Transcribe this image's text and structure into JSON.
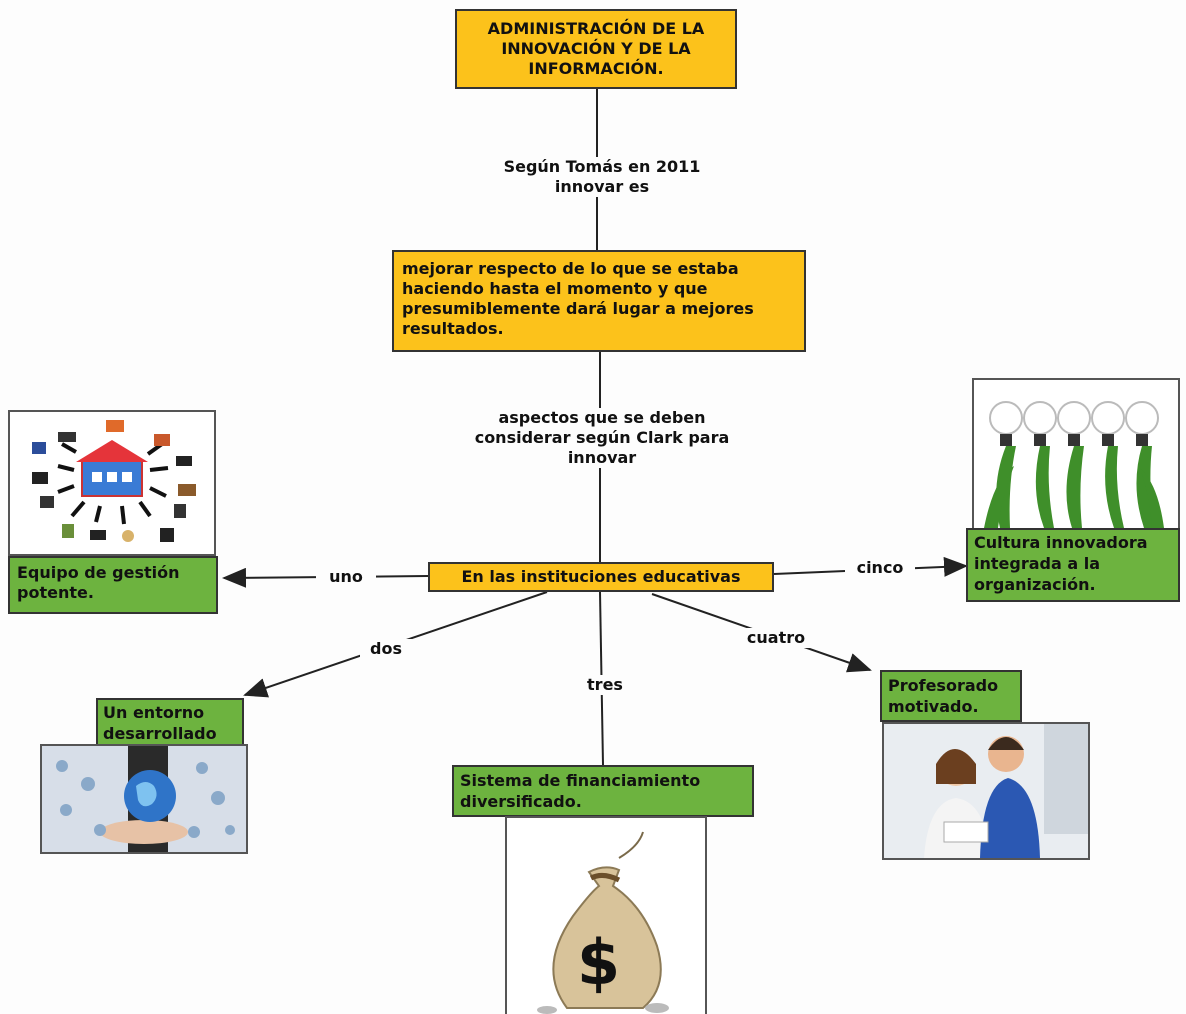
{
  "map": {
    "title": "ADMINISTRACIÓN DE LA INNOVACIÓN Y DE LA INFORMACIÓN.",
    "link_definition": "Según Tomás en 2011 innovar es",
    "definition": "mejorar respecto de lo que se estaba haciendo hasta el momento y que presumiblemente dará lugar a mejores resultados.",
    "link_aspects": "aspectos que se deben considerar según Clark para innovar",
    "center": "En las instituciones educativas",
    "branches": [
      {
        "link": "uno",
        "text": "Equipo de gestión potente."
      },
      {
        "link": "dos",
        "text": "Un entorno desarrollado"
      },
      {
        "link": "tres",
        "text": "Sistema de financiamiento diversificado."
      },
      {
        "link": "cuatro",
        "text": "Profesorado motivado."
      },
      {
        "link": "cinco",
        "text": "Cultura innovadora integrada a la organización."
      }
    ]
  },
  "images": {
    "team": "school-network-icon",
    "environment": "globe-in-hand-icon",
    "money": "money-bag-icon",
    "teacher": "teacher-student-photo",
    "culture": "lightbulb-plants-icon"
  },
  "colors": {
    "yellow_node": "#fcc21b",
    "green_node": "#6db33f",
    "line": "#222222"
  }
}
